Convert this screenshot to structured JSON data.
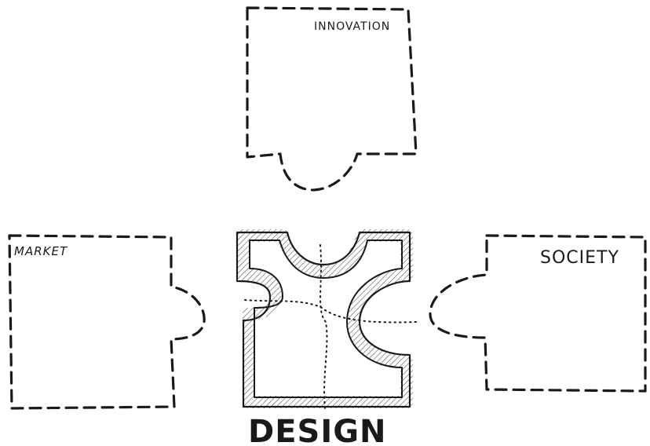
{
  "diagram": {
    "pieces": {
      "innovation": {
        "label": "INNOVATION"
      },
      "market": {
        "label": "MARKET"
      },
      "society": {
        "label": "SOCIETY"
      },
      "design": {
        "label": "DESIGN"
      }
    }
  },
  "colors": {
    "stroke": "#1a1a1a",
    "hatch": "#555555",
    "background": "#ffffff"
  }
}
